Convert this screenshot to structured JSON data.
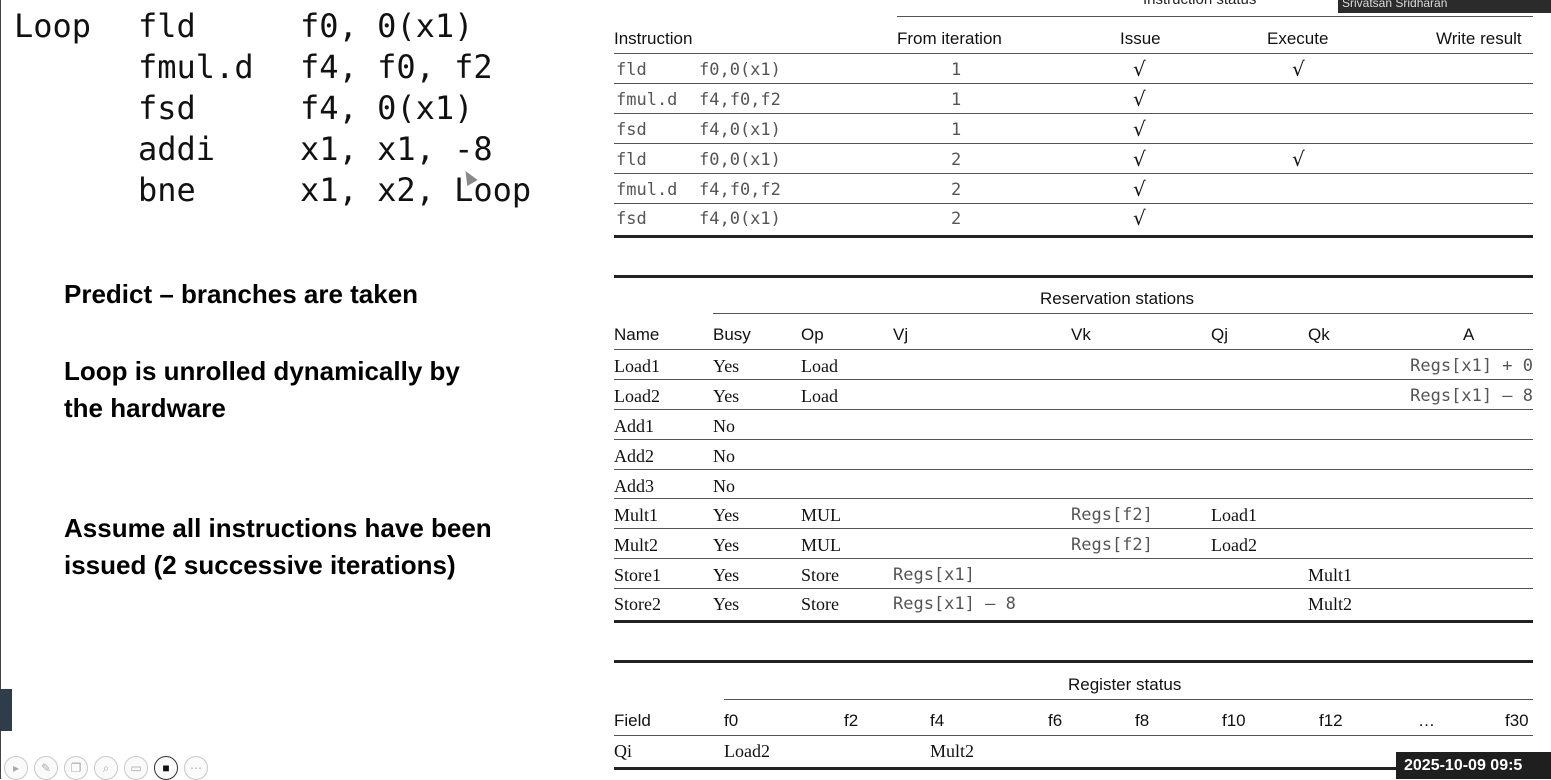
{
  "code": {
    "label": "Loop",
    "lines": [
      {
        "op": "fld",
        "args": "f0, 0(x1)"
      },
      {
        "op": "fmul.d",
        "args": "f4, f0, f2"
      },
      {
        "op": "fsd",
        "args": "f4, 0(x1)"
      },
      {
        "op": "addi",
        "args": "x1, x1, -8"
      },
      {
        "op": "bne",
        "args": "x1, x2, Loop"
      }
    ]
  },
  "notes": [
    "Predict – branches are taken",
    "Loop is unrolled dynamically by",
    "the hardware",
    "Assume all instructions have been",
    "issued (2 successive iterations)"
  ],
  "instruction_status": {
    "title": "Instruction status",
    "headers": {
      "instruction": "Instruction",
      "from_iteration": "From iteration",
      "issue": "Issue",
      "execute": "Execute",
      "write_result": "Write result"
    },
    "rows": [
      {
        "op": "fld",
        "operands": "f0,0(x1)",
        "iteration": "1",
        "issue": "√",
        "execute": "√",
        "write": ""
      },
      {
        "op": "fmul.d",
        "operands": "f4,f0,f2",
        "iteration": "1",
        "issue": "√",
        "execute": "",
        "write": ""
      },
      {
        "op": "fsd",
        "operands": "f4,0(x1)",
        "iteration": "1",
        "issue": "√",
        "execute": "",
        "write": ""
      },
      {
        "op": "fld",
        "operands": "f0,0(x1)",
        "iteration": "2",
        "issue": "√",
        "execute": "√",
        "write": ""
      },
      {
        "op": "fmul.d",
        "operands": "f4,f0,f2",
        "iteration": "2",
        "issue": "√",
        "execute": "",
        "write": ""
      },
      {
        "op": "fsd",
        "operands": "f4,0(x1)",
        "iteration": "2",
        "issue": "√",
        "execute": "",
        "write": ""
      }
    ]
  },
  "reservation_stations": {
    "title": "Reservation stations",
    "headers": {
      "name": "Name",
      "busy": "Busy",
      "op": "Op",
      "vj": "Vj",
      "vk": "Vk",
      "qj": "Qj",
      "qk": "Qk",
      "a": "A"
    },
    "rows": [
      {
        "name": "Load1",
        "busy": "Yes",
        "op": "Load",
        "vj": "",
        "vk": "",
        "qj": "",
        "qk": "",
        "a": "Regs[x1] + 0"
      },
      {
        "name": "Load2",
        "busy": "Yes",
        "op": "Load",
        "vj": "",
        "vk": "",
        "qj": "",
        "qk": "",
        "a": "Regs[x1] – 8"
      },
      {
        "name": "Add1",
        "busy": "No",
        "op": "",
        "vj": "",
        "vk": "",
        "qj": "",
        "qk": "",
        "a": ""
      },
      {
        "name": "Add2",
        "busy": "No",
        "op": "",
        "vj": "",
        "vk": "",
        "qj": "",
        "qk": "",
        "a": ""
      },
      {
        "name": "Add3",
        "busy": "No",
        "op": "",
        "vj": "",
        "vk": "",
        "qj": "",
        "qk": "",
        "a": ""
      },
      {
        "name": "Mult1",
        "busy": "Yes",
        "op": "MUL",
        "vj": "",
        "vk": "Regs[f2]",
        "qj": "Load1",
        "qk": "",
        "a": ""
      },
      {
        "name": "Mult2",
        "busy": "Yes",
        "op": "MUL",
        "vj": "",
        "vk": "Regs[f2]",
        "qj": "Load2",
        "qk": "",
        "a": ""
      },
      {
        "name": "Store1",
        "busy": "Yes",
        "op": "Store",
        "vj": "Regs[x1]",
        "vk": "",
        "qj": "",
        "qk": "Mult1",
        "a": ""
      },
      {
        "name": "Store2",
        "busy": "Yes",
        "op": "Store",
        "vj": "Regs[x1] – 8",
        "vk": "",
        "qj": "",
        "qk": "Mult2",
        "a": ""
      }
    ]
  },
  "register_status": {
    "title": "Register status",
    "field_label": "Field",
    "row_label": "Qi",
    "fields": [
      "f0",
      "f2",
      "f4",
      "f6",
      "f8",
      "f10",
      "f12",
      "…",
      "f30"
    ],
    "qi": [
      "Load2",
      "",
      "Mult2",
      "",
      "",
      "",
      "",
      "",
      ""
    ]
  },
  "overlay": {
    "webcam_name": "Srivatsan Sridharan",
    "timestamp": "2025-10-09  09:5",
    "toolbar_icons": [
      "pointer-icon",
      "pen-icon",
      "copy-icon",
      "zoom-icon",
      "subtitle-icon",
      "camera-icon",
      "more-icon"
    ]
  }
}
